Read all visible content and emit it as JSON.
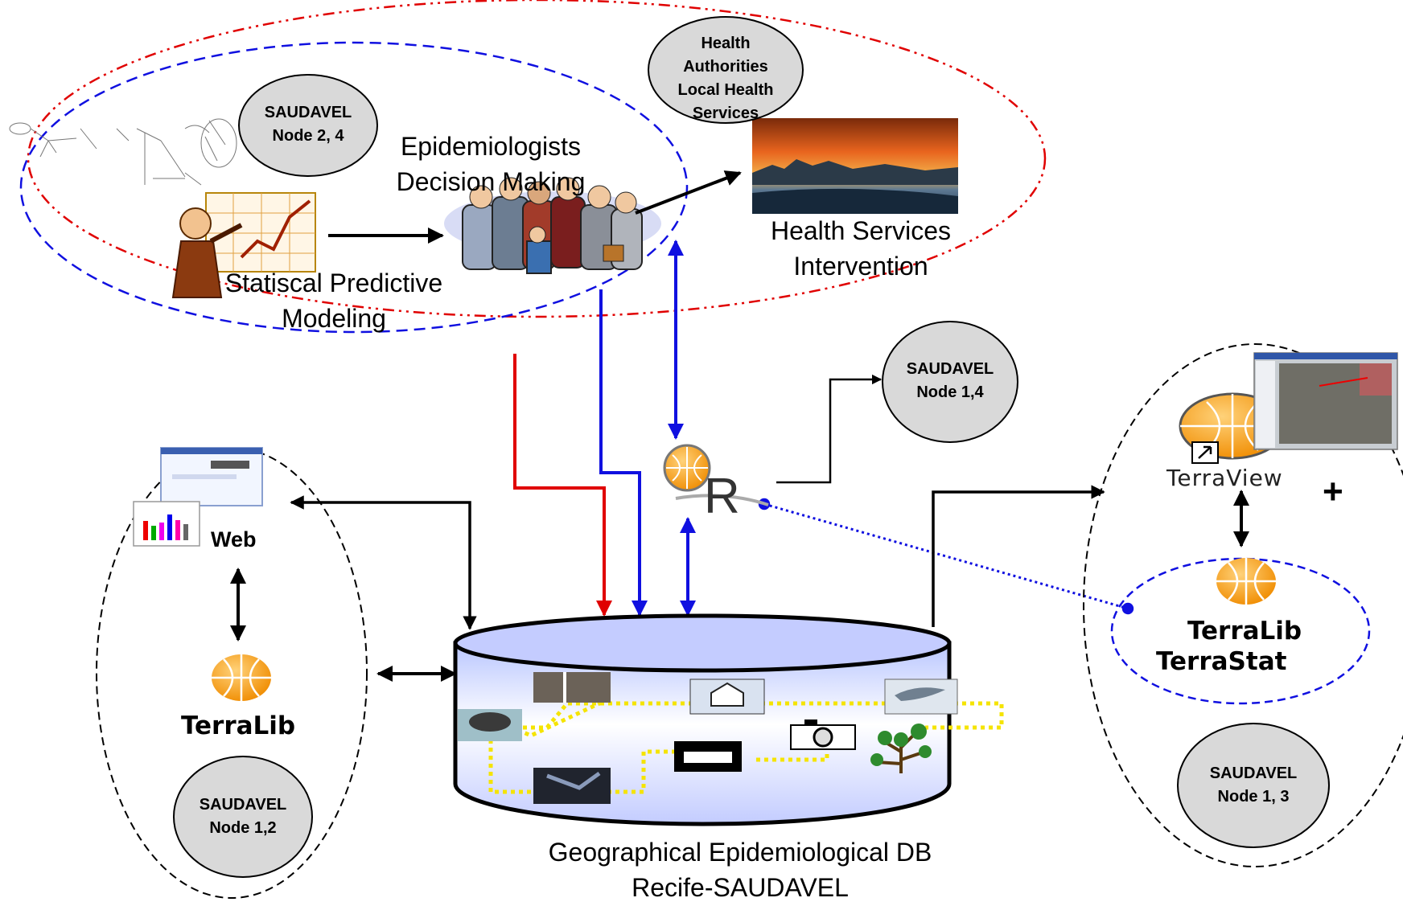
{
  "top": {
    "node_2_4": [
      "SAUDAVEL",
      "Node 2, 4"
    ],
    "health_authorities": [
      "Health",
      "Authorities",
      "Local Health",
      "Services"
    ],
    "epidemiologists": [
      "Epidemiologists",
      "Decision Making"
    ],
    "health_services": [
      "Health Services",
      "Intervention"
    ],
    "predictive": [
      "Statiscal Predictive",
      "Modeling"
    ]
  },
  "center": {
    "node_1_4": [
      "SAUDAVEL",
      "Node 1,4"
    ],
    "r_label": "R",
    "database_title": "Geographical Epidemiological DB",
    "database_subtitle": "Recife-SAUDAVEL"
  },
  "left": {
    "web_label": "Web",
    "terralib_label": "TerraLib",
    "node_1_2": [
      "SAUDAVEL",
      "Node 1,2"
    ]
  },
  "right": {
    "terraview_label": "TerraView",
    "plus_label": "+",
    "terralib_label": "TerraLib",
    "terrastat_label": "TerraStat",
    "node_1_3": [
      "SAUDAVEL",
      "Node 1, 3"
    ]
  },
  "colors": {
    "red_line": "#e00000",
    "blue_line": "#1010e0",
    "black_line": "#000000",
    "node_fill": "#d9d9d9",
    "globe_orange": "#f39c12",
    "yellow_path": "#f5e400"
  }
}
